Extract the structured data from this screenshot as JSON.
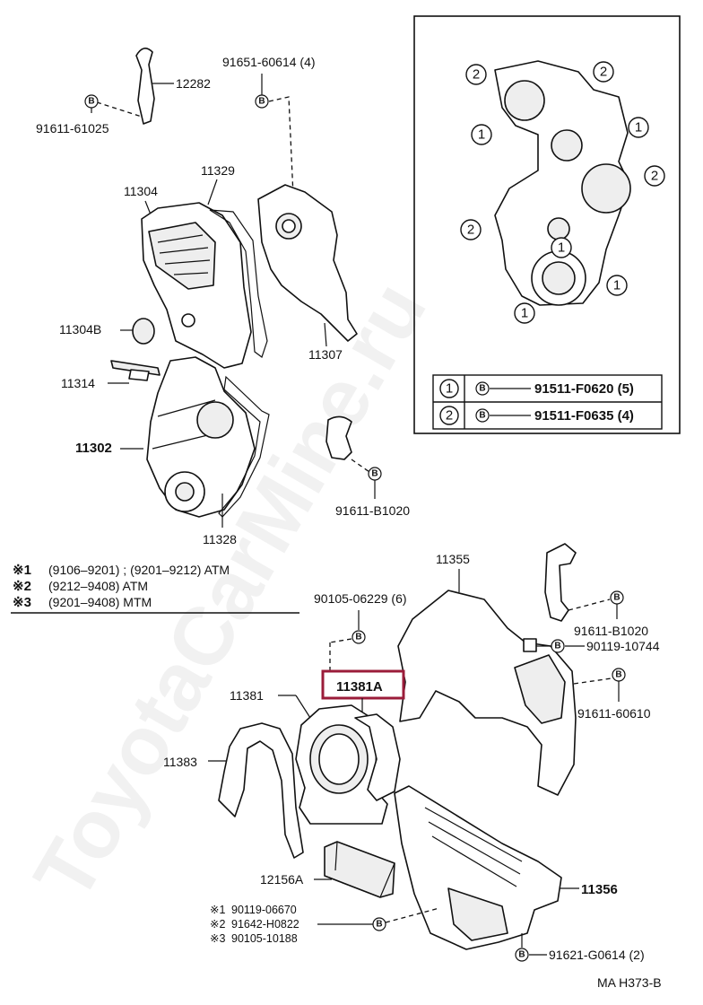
{
  "watermark": "ToyotaCarMine.ru",
  "inset_legend": [
    {
      "num": "1",
      "bolt": "B",
      "part": "91511-F0620 (5)"
    },
    {
      "num": "2",
      "bolt": "B",
      "part": "91511-F0635 (4)"
    }
  ],
  "inset_numbers": [
    "2",
    "2",
    "1",
    "1",
    "2",
    "2",
    "1",
    "1",
    "1"
  ],
  "bolt_mark": "B",
  "labels": {
    "p12282": "12282",
    "p91611_61025": "91611-61025",
    "p91651_60614": "91651-60614 (4)",
    "p11329": "11329",
    "p11304": "11304",
    "p11304B": "11304B",
    "p11314": "11314",
    "p11307": "11307",
    "p11302": "11302",
    "p11328": "11328",
    "p91611_B1020a": "91611-B1020",
    "p11355": "11355",
    "p90105_06229": "90105-06229 (6)",
    "p11381A": "11381A",
    "p11381": "11381",
    "p11383": "11383",
    "p91611_B1020b": "91611-B1020",
    "p90119_10744": "90119-10744",
    "p91611_60610": "91611-60610",
    "p12156A": "12156A",
    "p11356": "11356",
    "p91621_G0614": "91621-G0614 (2)",
    "footer_code": "MA H373-B"
  },
  "notes": [
    {
      "mark": "※1",
      "text": "(9106–9201) ; (9201–9212) ATM"
    },
    {
      "mark": "※2",
      "text": "(9212–9408) ATM"
    },
    {
      "mark": "※3",
      "text": "(9201–9408) MTM"
    }
  ],
  "bottom_bolts": [
    {
      "mark": "※1",
      "part": "90119-06670"
    },
    {
      "mark": "※2",
      "part": "91642-H0822"
    },
    {
      "mark": "※3",
      "part": "90105-10188"
    }
  ],
  "colors": {
    "highlight": "#9b1c3a",
    "ink": "#111111"
  }
}
